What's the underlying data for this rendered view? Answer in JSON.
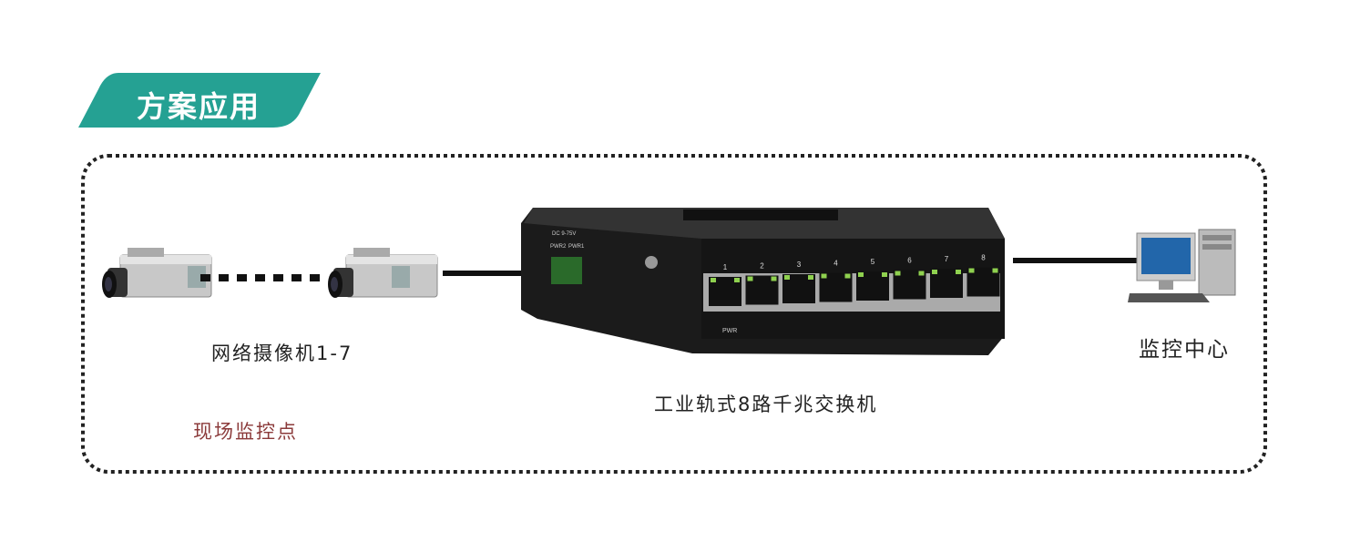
{
  "section_title": "方案应用",
  "camera_label": "网络摄像机1-7",
  "site_label": "现场监控点",
  "switch_label": "工业轨式8路千兆交换机",
  "center_label": "监控中心",
  "switch_device": {
    "ports": [
      "1",
      "2",
      "3",
      "4",
      "5",
      "6",
      "7",
      "8"
    ],
    "pwr_label": "PWR",
    "power_inputs": [
      "PWR2",
      "PWR1"
    ],
    "voltage_label": "DC 9-75V"
  },
  "colors": {
    "accent": "#25a193",
    "site_label": "#8b3a3a",
    "border": "#222222"
  }
}
